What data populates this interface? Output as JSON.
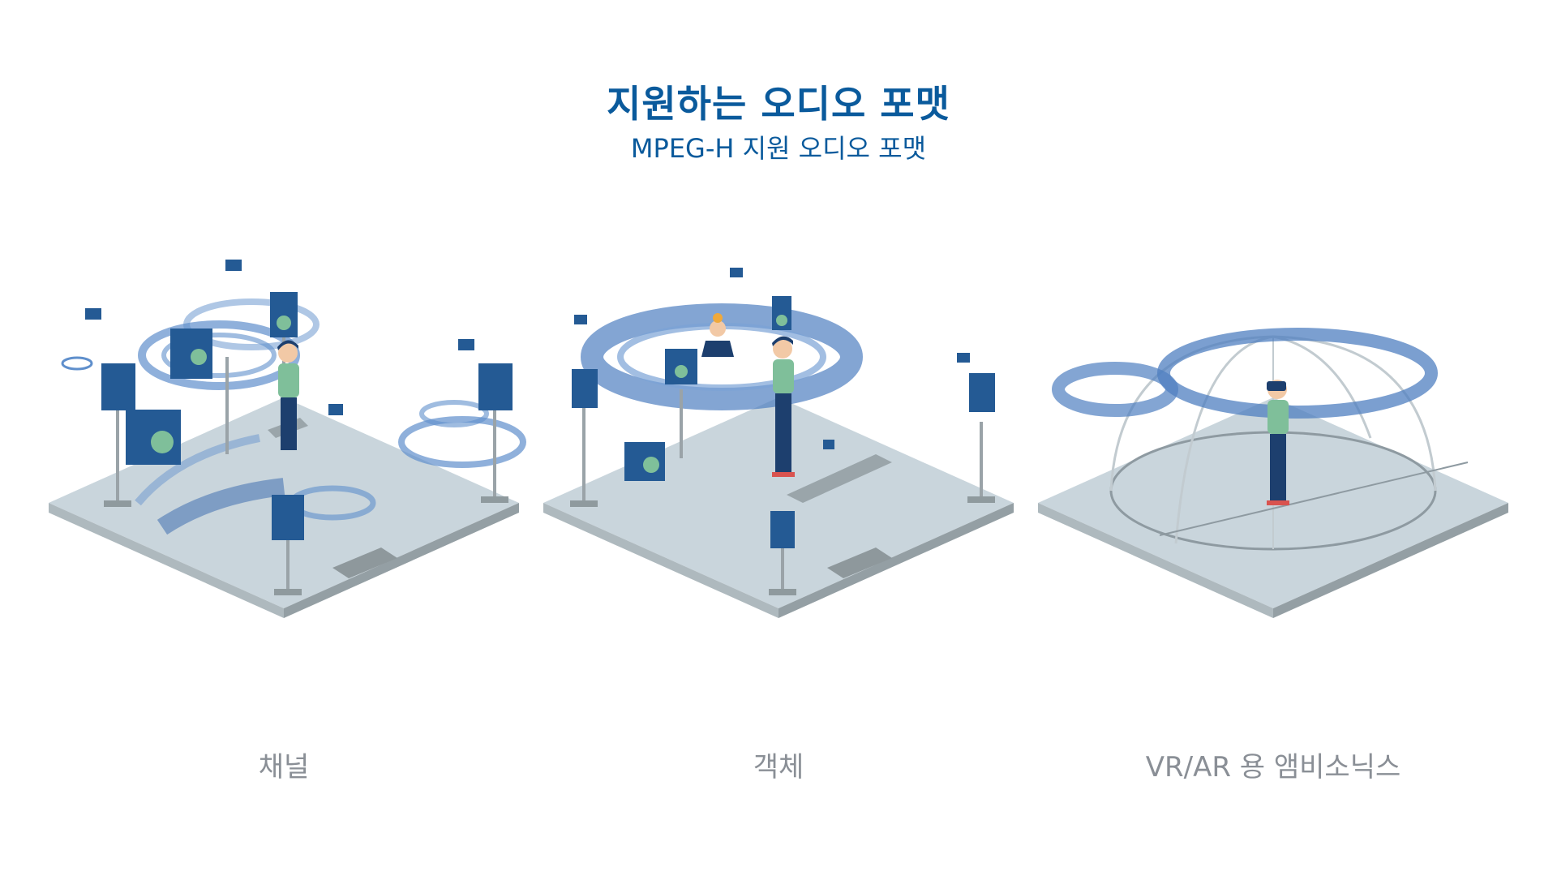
{
  "header": {
    "title": "지원하는 오디오 포맷",
    "subtitle": "MPEG-H 지원 오디오 포맷"
  },
  "panels": [
    {
      "id": "channels",
      "label": "채널"
    },
    {
      "id": "objects",
      "label": "객체"
    },
    {
      "id": "ambisonics",
      "label": "VR/AR 용 앰비소닉스"
    }
  ],
  "colors": {
    "title": "#0a5a9c",
    "speaker": "#245a94",
    "wave": "#5f8fcc",
    "floor_top": "#c9d5dc",
    "floor_side": "#9aa6ab",
    "caption": "#8a8f96"
  }
}
